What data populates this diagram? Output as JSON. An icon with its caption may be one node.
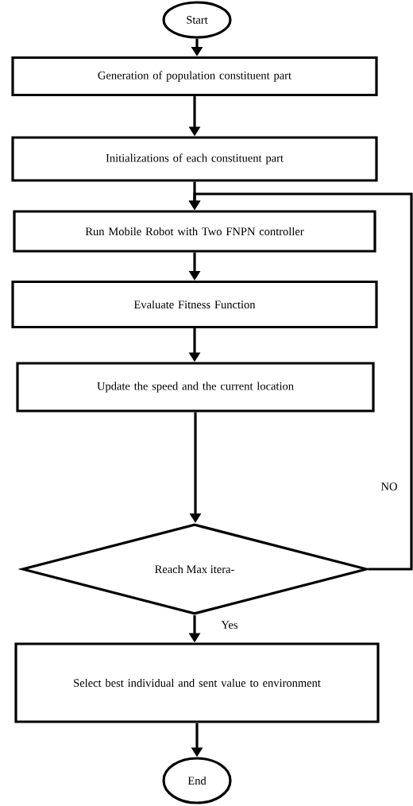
{
  "diagram": {
    "nodes": [
      {
        "text": [
          "Start"
        ]
      },
      {
        "text": [
          "Generation of population constituent part"
        ]
      },
      {
        "text": [
          "Initializations of each constituent part"
        ]
      },
      {
        "text": [
          "Run Mobile Robot with Two FNPN controller"
        ]
      },
      {
        "text": [
          "Evaluate Fitness Function"
        ]
      },
      {
        "text": [
          "Update the speed and the current location"
        ]
      },
      {
        "text": [
          "Reach Max itera-"
        ]
      },
      {
        "text": [
          "Select best individual and sent value to environment"
        ]
      },
      {
        "text": [
          "End"
        ]
      }
    ],
    "edges": [
      {
        "from": 0,
        "to": 1,
        "arrow": "to"
      },
      {
        "from": 1,
        "to": 2,
        "arrow": "to"
      },
      {
        "from": 2,
        "to": 3,
        "arrow": "to"
      },
      {
        "from": 3,
        "to": 4,
        "arrow": "to"
      },
      {
        "from": 4,
        "to": 5,
        "arrow": "to"
      },
      {
        "from": 5,
        "to": 6,
        "arrow": "to"
      },
      {
        "from": 6,
        "to": 3,
        "arrow": "to",
        "label": "NO"
      },
      {
        "from": 6,
        "to": 7,
        "arrow": "to",
        "label": "Yes"
      },
      {
        "from": 7,
        "to": 8,
        "arrow": "to"
      }
    ]
  }
}
